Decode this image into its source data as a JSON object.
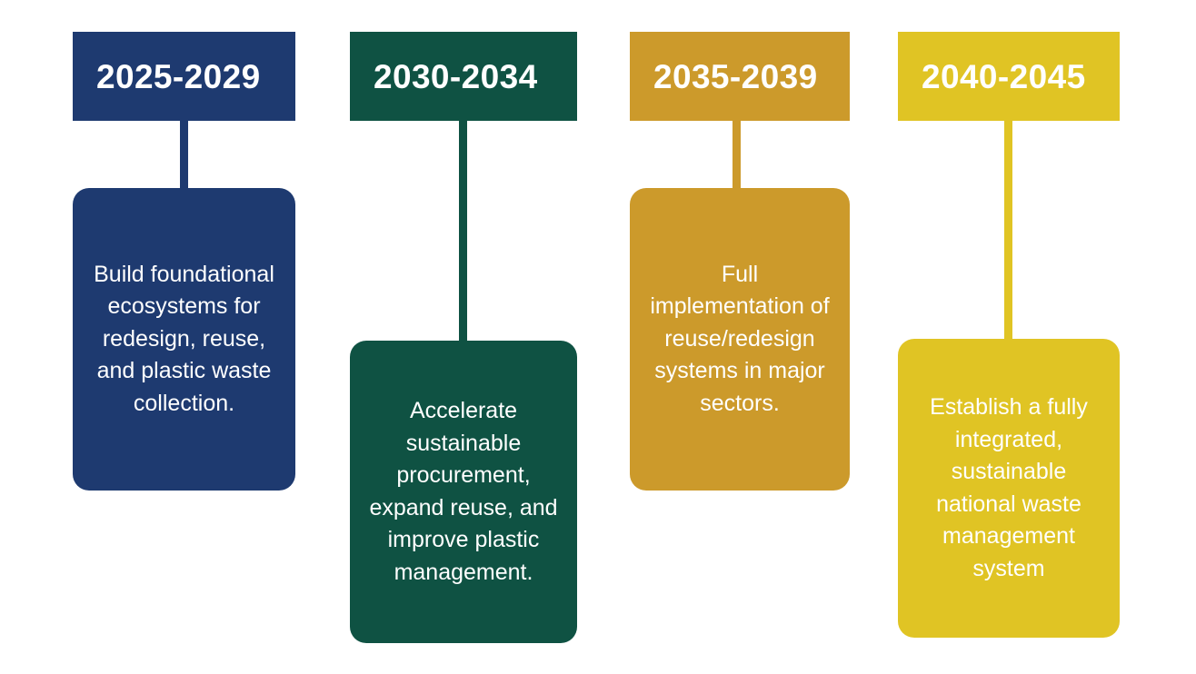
{
  "diagram": {
    "type": "staggered-timeline-roadmap",
    "background_color": "#FFFFFF",
    "phases": [
      {
        "id": "phase-1",
        "period": "2025-2029",
        "description": "Build foundational ecosystems for redesign, reuse, and plastic waste collection.",
        "color": "#1E3A70"
      },
      {
        "id": "phase-2",
        "period": "2030-2034",
        "description": "Accelerate sustainable procurement, expand reuse, and improve plastic management.",
        "color": "#0F5243"
      },
      {
        "id": "phase-3",
        "period": "2035-2039",
        "description": "Full implementation of reuse/redesign systems in major sectors.",
        "color": "#CC9A2B"
      },
      {
        "id": "phase-4",
        "period": "2040-2045",
        "description": "Establish a fully integrated, sustainable national waste management system",
        "color": "#E0C424"
      }
    ]
  }
}
